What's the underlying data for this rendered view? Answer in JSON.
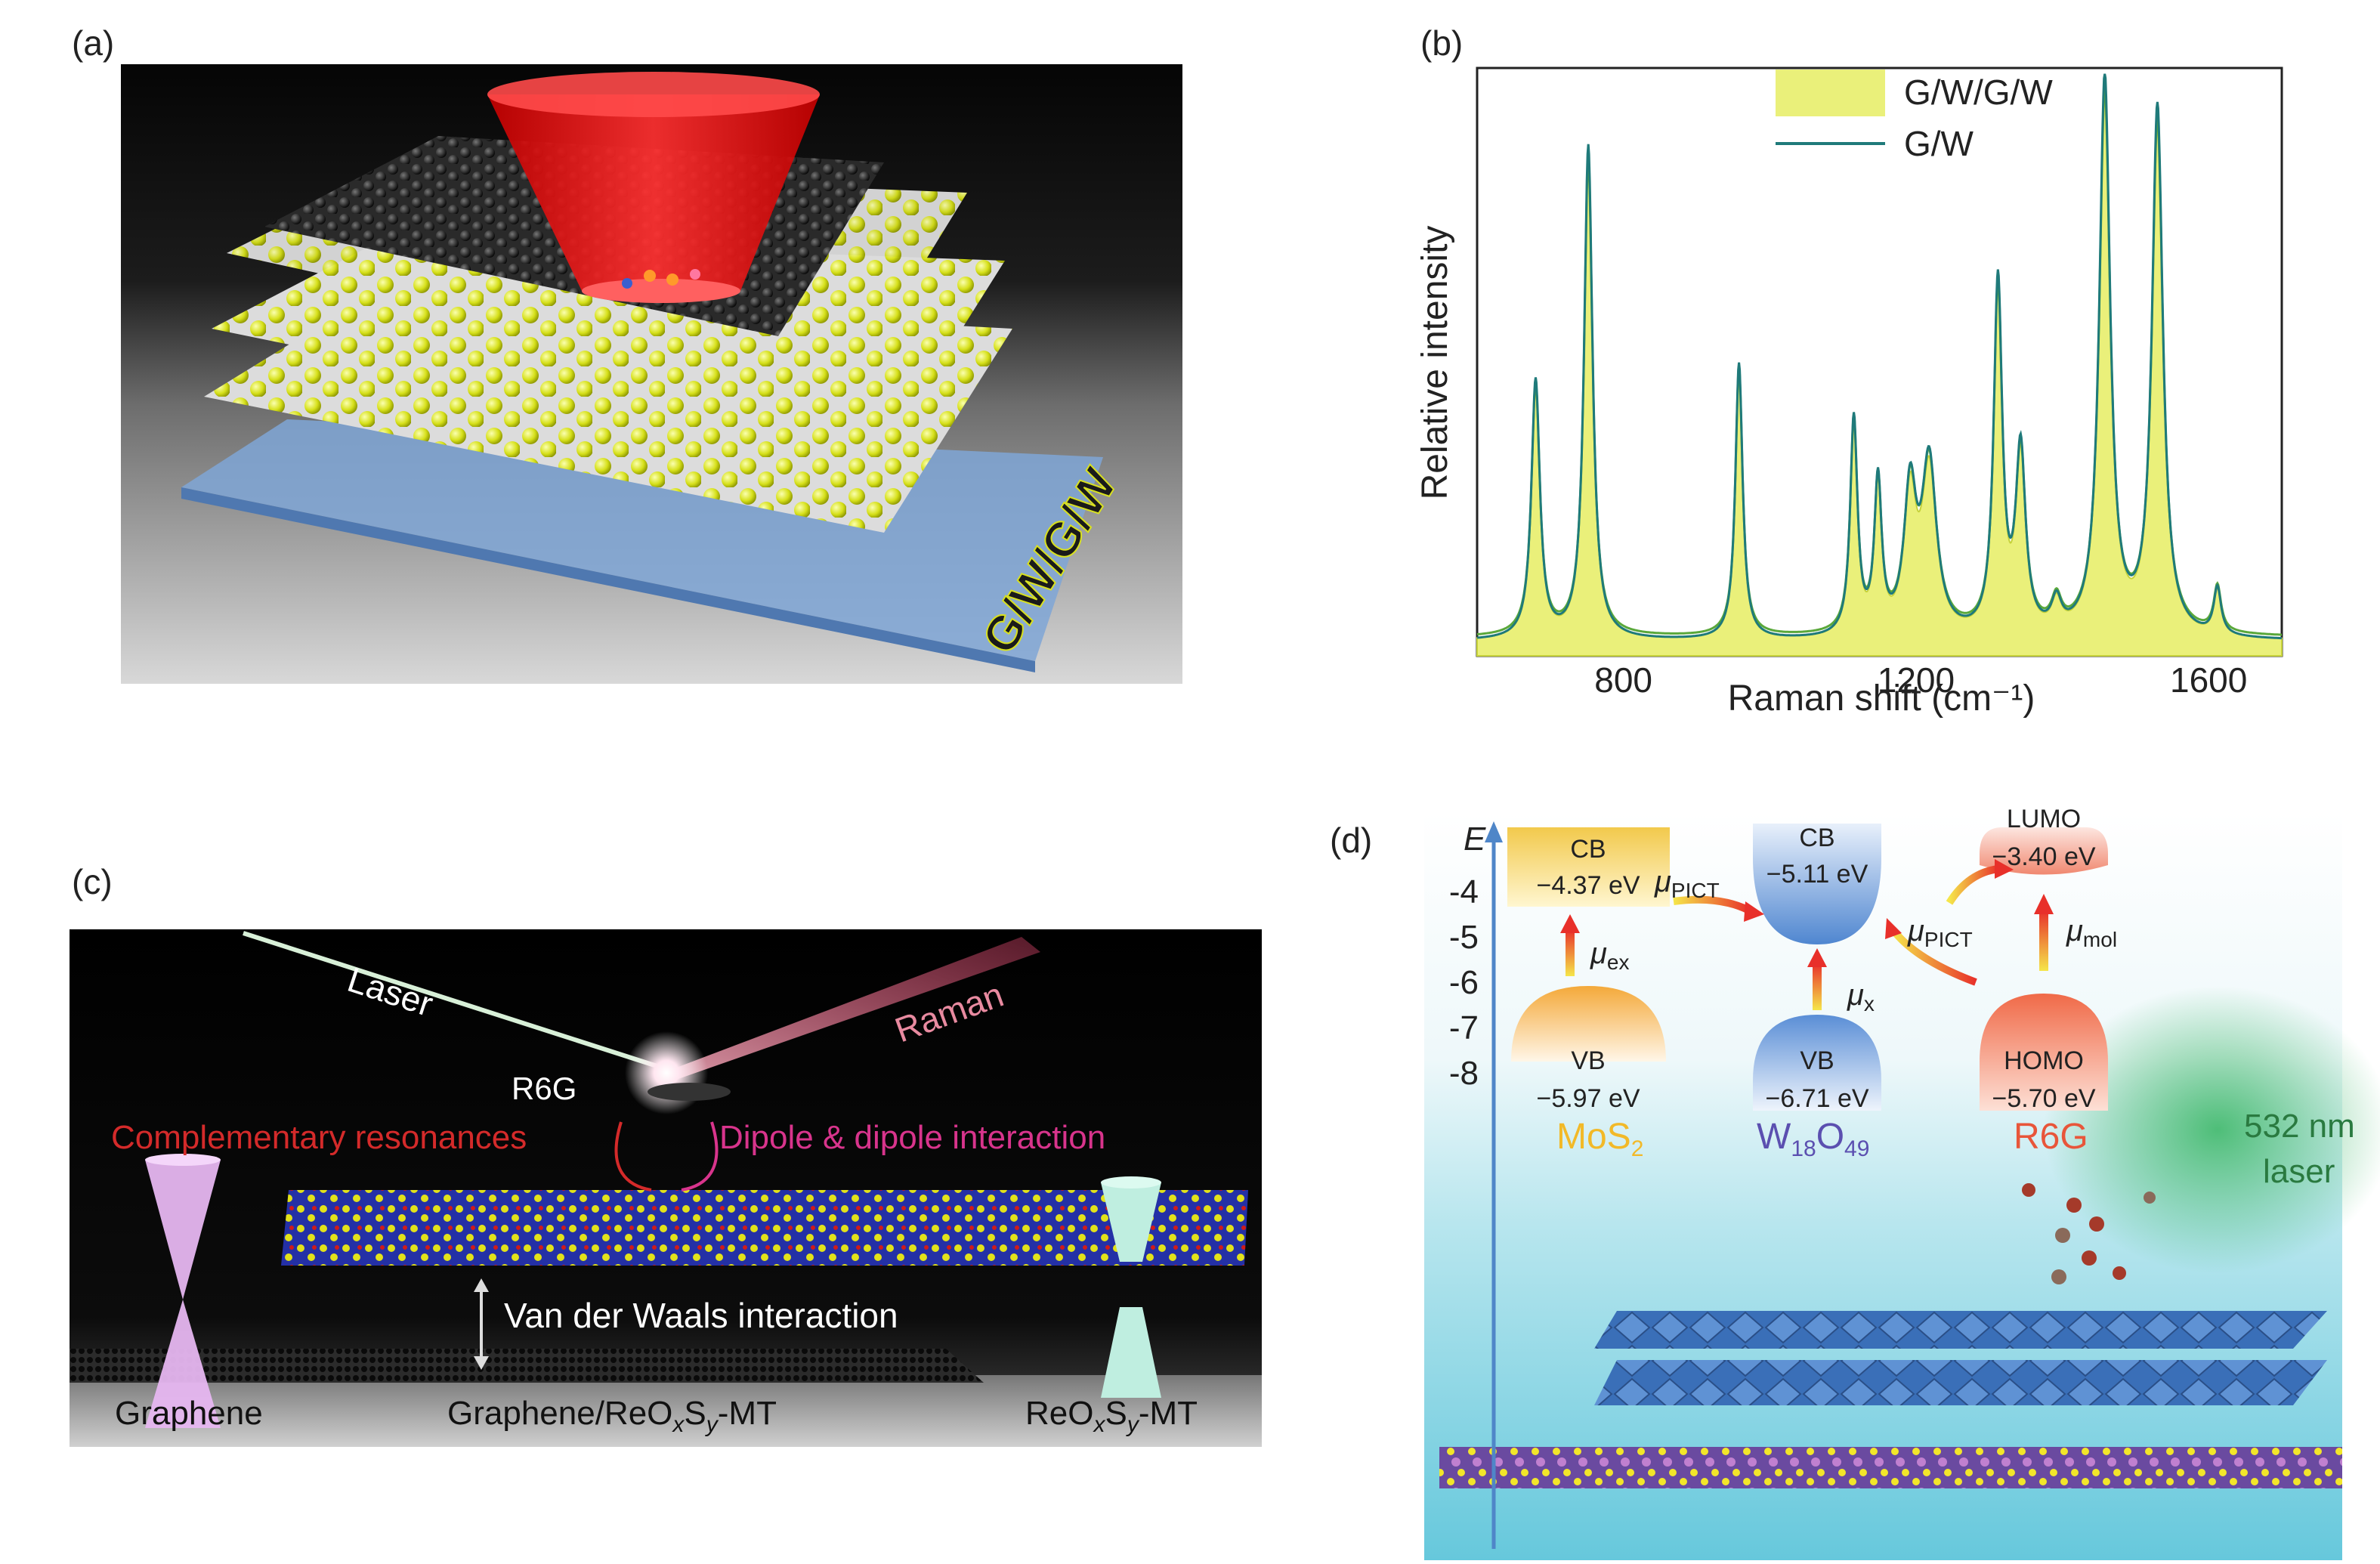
{
  "panel_a": {
    "letter": "(a)",
    "stack_label": "G/W/G/W"
  },
  "panel_b": {
    "letter": "(b)",
    "legend": [
      "G/W/G/W",
      "G/W"
    ],
    "colors": {
      "fill": "#eaf07a",
      "fill_edge": "#c6d23a",
      "line1": "#1f7a7a",
      "line2": "#5aa83a"
    },
    "chart_data": {
      "type": "line",
      "xlabel": "Raman shift (cm⁻¹)",
      "ylabel": "Relative intensity",
      "xlim": [
        600,
        1700
      ],
      "ylim": [
        0,
        1
      ],
      "xticks": [
        800,
        1200,
        1600
      ],
      "grid": false,
      "legend_position": "top-center",
      "peaks": [
        {
          "x": 680,
          "h": 0.44,
          "w": 7
        },
        {
          "x": 752,
          "h": 0.84,
          "w": 7
        },
        {
          "x": 958,
          "h": 0.47,
          "w": 6
        },
        {
          "x": 1115,
          "h": 0.37,
          "w": 6
        },
        {
          "x": 1148,
          "h": 0.26,
          "w": 6
        },
        {
          "x": 1192,
          "h": 0.24,
          "w": 10
        },
        {
          "x": 1218,
          "h": 0.29,
          "w": 12
        },
        {
          "x": 1312,
          "h": 0.6,
          "w": 7
        },
        {
          "x": 1343,
          "h": 0.31,
          "w": 8
        },
        {
          "x": 1392,
          "h": 0.05,
          "w": 8
        },
        {
          "x": 1458,
          "h": 0.95,
          "w": 9
        },
        {
          "x": 1530,
          "h": 0.9,
          "w": 9
        },
        {
          "x": 1612,
          "h": 0.08,
          "w": 6
        }
      ],
      "series": [
        {
          "name": "G/W/G/W",
          "style": "filled"
        },
        {
          "name": "G/W",
          "style": "line"
        }
      ]
    }
  },
  "panel_c": {
    "letter": "(c)",
    "labels": {
      "laser": "Laser",
      "raman": "Raman",
      "molecule": "R6G",
      "complementary": "Complementary resonances",
      "dipole": "Dipole & dipole interaction",
      "vdw": "Van der Waals  interaction",
      "graphene": "Graphene",
      "hetero": "Graphene/ReO",
      "hetero_x": "x",
      "hetero_S": "S",
      "hetero_y": "y",
      "hetero_suffix": "-MT",
      "reos": "ReO",
      "reos_x": "x",
      "reos_S": "S",
      "reos_y": "y",
      "reos_suffix": "-MT"
    },
    "colors": {
      "complementary": "#d42a2a",
      "dipole": "#d8348c",
      "raman": "#e88aa0",
      "laser": "#ffffff"
    }
  },
  "panel_d": {
    "letter": "(d)",
    "energy_axis": {
      "label": "E",
      "ticks": [
        "-4",
        "-5",
        "-6",
        "-7",
        "-8"
      ]
    },
    "mos2": {
      "cb_label": "CB",
      "cb_value": "−4.37 eV",
      "vb_label": "VB",
      "vb_value": "−5.97 eV",
      "name": "MoS",
      "name_sub": "2",
      "transition": "μ",
      "transition_sub": "ex",
      "color": "#f2b928"
    },
    "w18o49": {
      "cb_label": "CB",
      "cb_value": "−5.11 eV",
      "vb_label": "VB",
      "vb_value": "−6.71 eV",
      "name_w": "W",
      "name_sub1": "18",
      "name_o": "O",
      "name_sub2": "49",
      "transition": "μ",
      "transition_sub": "x",
      "color": "#5b4fb0"
    },
    "r6g": {
      "lumo_label": "LUMO",
      "lumo_value": "−3.40 eV",
      "homo_label": "HOMO",
      "homo_value": "−5.70 eV",
      "name": "R6G",
      "transition": "μ",
      "transition_sub": "mol",
      "color": "#e8553a"
    },
    "picct_left": {
      "mu": "μ",
      "sub": "PICT"
    },
    "picct_right": {
      "mu": "μ",
      "sub": "PICT"
    },
    "laser_label_1": "532 nm",
    "laser_label_2": "laser"
  }
}
